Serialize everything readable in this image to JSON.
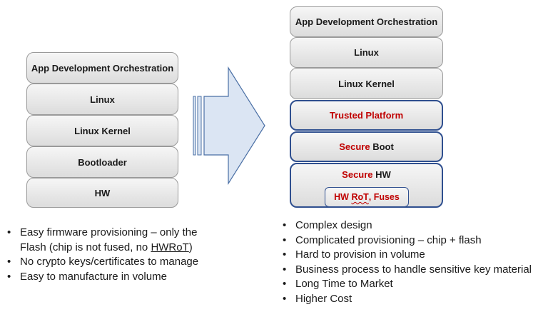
{
  "left_stack": [
    {
      "label": "App Development Orchestration"
    },
    {
      "label": "Linux"
    },
    {
      "label": "Linux Kernel"
    },
    {
      "label": "Bootloader"
    },
    {
      "label": "HW"
    }
  ],
  "right_stack": {
    "app": "App Development Orchestration",
    "linux": "Linux",
    "kernel": "Linux Kernel",
    "trusted_platform": "Trusted Platform",
    "secure_boot": {
      "secure": "Secure",
      "rest": " Boot"
    },
    "secure_hw": {
      "secure": "Secure",
      "rest": " HW"
    },
    "hw_rot": {
      "hw": "HW ",
      "rot": "RoT",
      "fuses": ", Fuses"
    }
  },
  "left_bullets": {
    "b1_line1": "Easy firmware provisioning – only the",
    "b1_line2_pre": "Flash (chip is not fused, no ",
    "b1_line2_hw": "HWRoT",
    "b1_line2_post": ")",
    "b2": "No crypto keys/certificates to manage",
    "b3": "Easy to manufacture in volume"
  },
  "right_bullets": [
    "Complex design",
    "Complicated provisioning – chip + flash",
    "Hard to provision in volume",
    "Business process to handle sensitive key material",
    "Long Time to Market",
    "Higher Cost"
  ],
  "bullet_char": "•",
  "colors": {
    "accent_red": "#c00000",
    "secure_border": "#2f4f8f",
    "arrow_fill": "#dbe5f3",
    "arrow_stroke": "#4a6fa5"
  }
}
